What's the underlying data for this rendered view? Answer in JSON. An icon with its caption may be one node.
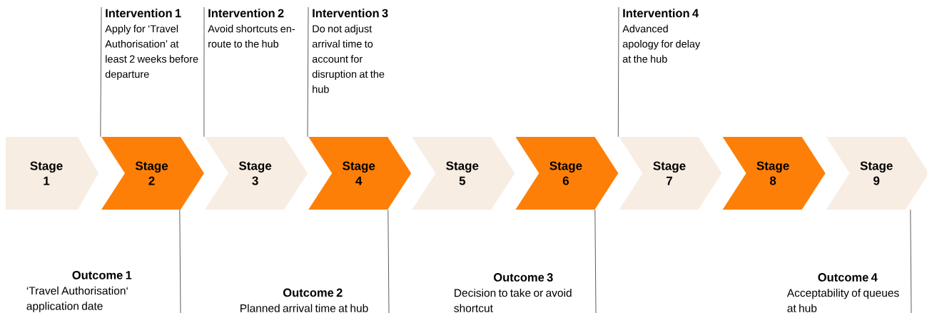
{
  "diagram": {
    "nodes": [
      {
        "text": [
          "Stage 1"
        ]
      },
      {
        "text": [
          "Stage 2"
        ]
      },
      {
        "text": [
          "Stage 3"
        ]
      },
      {
        "text": [
          "Stage 4"
        ]
      },
      {
        "text": [
          "Stage 5"
        ]
      },
      {
        "text": [
          "Stage 6"
        ]
      },
      {
        "text": [
          "Stage 7"
        ]
      },
      {
        "text": [
          "Stage 8"
        ]
      },
      {
        "text": [
          "Stage 9"
        ]
      },
      {
        "text": [
          "Intervention 1",
          "Apply for ‘Travel Authorisation’ at least 2 weeks before departure"
        ]
      },
      {
        "text": [
          "Intervention 2",
          "Avoid shortcuts en-route to the hub"
        ]
      },
      {
        "text": [
          "Intervention 3",
          "Do not adjust arrival time to account for disruption at the hub"
        ]
      },
      {
        "text": [
          "Intervention 4",
          "Advanced apology for delay at the hub"
        ]
      },
      {
        "text": [
          "Outcome 1",
          "‘Travel Authorisation‘ application date"
        ]
      },
      {
        "text": [
          "Outcome 2",
          "Planned arrival time at hub"
        ]
      },
      {
        "text": [
          "Outcome 3",
          "Decision to take or avoid shortcut"
        ]
      },
      {
        "text": [
          "Outcome 4",
          "Acceptability of queues at hub"
        ]
      }
    ],
    "edges": [
      {
        "from": 9,
        "to": 1,
        "arrow": "none"
      },
      {
        "from": 10,
        "to": 2,
        "arrow": "none"
      },
      {
        "from": 11,
        "to": 3,
        "arrow": "none"
      },
      {
        "from": 12,
        "to": 6,
        "arrow": "none"
      },
      {
        "from": 1,
        "to": 13,
        "arrow": "none"
      },
      {
        "from": 3,
        "to": 14,
        "arrow": "none"
      },
      {
        "from": 5,
        "to": 15,
        "arrow": "none"
      },
      {
        "from": 8,
        "to": 16,
        "arrow": "none"
      }
    ]
  }
}
